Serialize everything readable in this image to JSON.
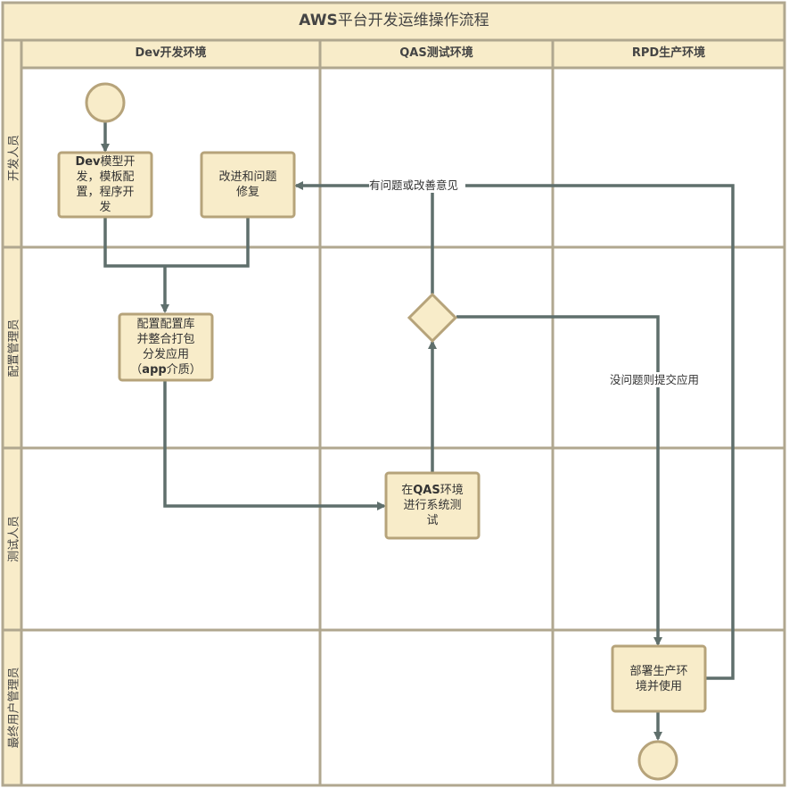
{
  "title": "AWS平台开发运维操作流程",
  "columns": [
    {
      "label": "Dev开发环境"
    },
    {
      "label": "QAS测试环境"
    },
    {
      "label": "RPD生产环境"
    }
  ],
  "lanes": [
    {
      "label": "开发人员"
    },
    {
      "label": "配置管理员"
    },
    {
      "label": "测试人员"
    },
    {
      "label": "最终用户管理员"
    }
  ],
  "nodes": {
    "start": {
      "shape": "circle"
    },
    "dev_model": {
      "text": "Dev模型开\n发，模板配\n置，程序开\n发"
    },
    "fix": {
      "text": "改进和问题\n修复"
    },
    "config": {
      "text": "配置配置库\n并整合打包\n分发应用\n（app介质）"
    },
    "decision": {
      "shape": "diamond"
    },
    "qas_test": {
      "text": "在QAS环境\n进行系统测\n试"
    },
    "deploy": {
      "text": "部署生产环\n境并使用"
    },
    "end": {
      "shape": "circle"
    }
  },
  "edge_labels": {
    "feedback": "有问题或改善意见",
    "approve": "没问题则提交应用"
  },
  "colors": {
    "frame": "#b0a78f",
    "header_fill": "#f8ecc9",
    "node_fill": "#f8ecc9",
    "node_stroke": "#b6a37a",
    "arrow": "#5f6f6c"
  }
}
